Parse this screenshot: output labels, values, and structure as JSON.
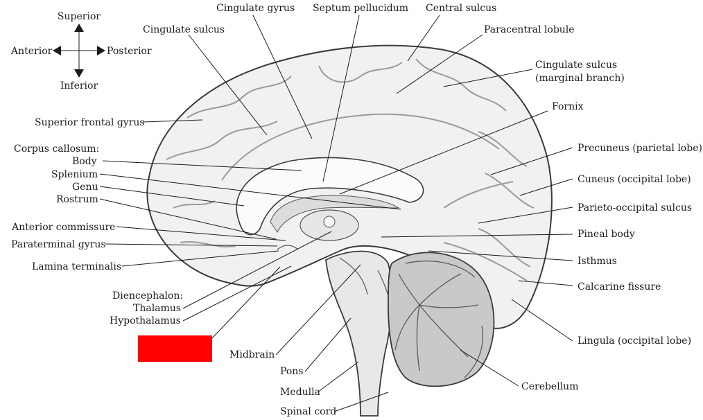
{
  "orientation": {
    "superior": "Superior",
    "inferior": "Inferior",
    "anterior": "Anterior",
    "posterior": "Posterior"
  },
  "labels": {
    "cingulate_gyrus": "Cingulate gyrus",
    "septum_pellucidum": "Septum pellucidum",
    "central_sulcus": "Central sulcus",
    "cingulate_sulcus": "Cingulate sulcus",
    "paracentral_lobule": "Paracentral lobule",
    "cingulate_sulcus_marginal_1": "Cingulate sulcus",
    "cingulate_sulcus_marginal_2": "(marginal branch)",
    "superior_frontal_gyrus": "Superior frontal gyrus",
    "fornix": "Fornix",
    "corpus_callosum": "Corpus callosum:",
    "body": "Body",
    "splenium": "Splenium",
    "genu": "Genu",
    "rostrum": "Rostrum",
    "precuneus": "Precuneus (parietal lobe)",
    "cuneus": "Cuneus (occipital lobe)",
    "parieto_occipital_sulcus": "Parieto-occipital sulcus",
    "anterior_commissure": "Anterior commissure",
    "pineal_body": "Pineal body",
    "paraterminal_gyrus": "Paraterminal gyrus",
    "isthmus": "Isthmus",
    "lamina_terminalis": "Lamina terminalis",
    "calcarine_fissure": "Calcarine fissure",
    "diencephalon": "Diencephalon:",
    "thalamus": "Thalamus",
    "hypothalamus": "Hypothalamus",
    "midbrain": "Midbrain",
    "lingula": "Lingula (occipital lobe)",
    "pons": "Pons",
    "cerebellum": "Cerebellum",
    "medulla": "Medulla",
    "spinal_cord": "Spinal cord"
  },
  "colors": {
    "redaction_box": "#ff0000",
    "brain_fill": "#f1f1f1",
    "brainstem_fill": "#e8e8e8",
    "cerebellum_fill": "#c9c9c9",
    "callosum_fill": "#fbfbfb",
    "outline": "#3a3a3a"
  }
}
